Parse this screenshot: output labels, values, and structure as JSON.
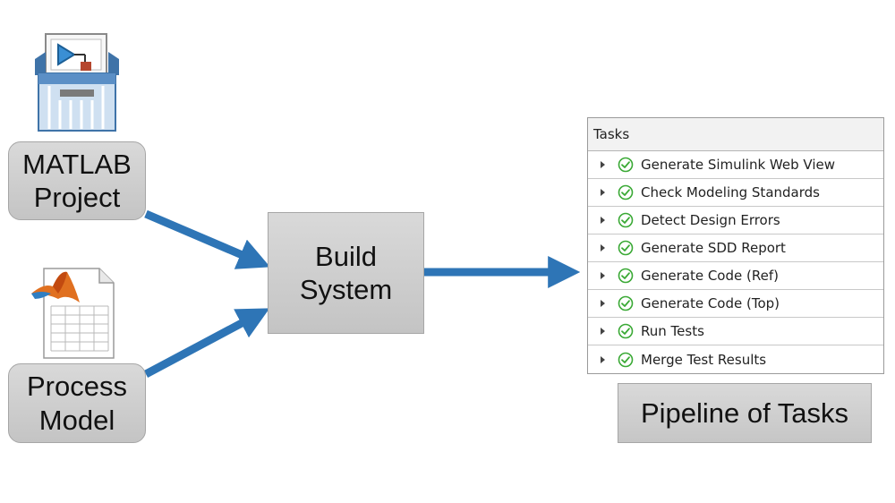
{
  "inputs": {
    "project": {
      "label_line1": "MATLAB",
      "label_line2": "Project"
    },
    "process": {
      "label_line1": "Process",
      "label_line2": "Model"
    }
  },
  "build_system": {
    "label_line1": "Build",
    "label_line2": "System"
  },
  "tasks_panel": {
    "header": "Tasks",
    "items": [
      {
        "label": "Generate Simulink Web View"
      },
      {
        "label": "Check Modeling Standards"
      },
      {
        "label": "Detect Design Errors"
      },
      {
        "label": "Generate SDD Report"
      },
      {
        "label": "Generate Code (Ref)"
      },
      {
        "label": "Generate Code (Top)"
      },
      {
        "label": "Run Tests"
      },
      {
        "label": "Merge Test Results"
      }
    ]
  },
  "pipeline_label": "Pipeline of Tasks",
  "colors": {
    "arrow": "#2e75b6",
    "check": "#3aa935",
    "box_fill": "#d0d0d0"
  },
  "icons": {
    "project": "matlab-project-icon",
    "process": "matlab-process-model-icon",
    "task_status": "check-circle-icon",
    "expand": "caret-right-icon"
  }
}
